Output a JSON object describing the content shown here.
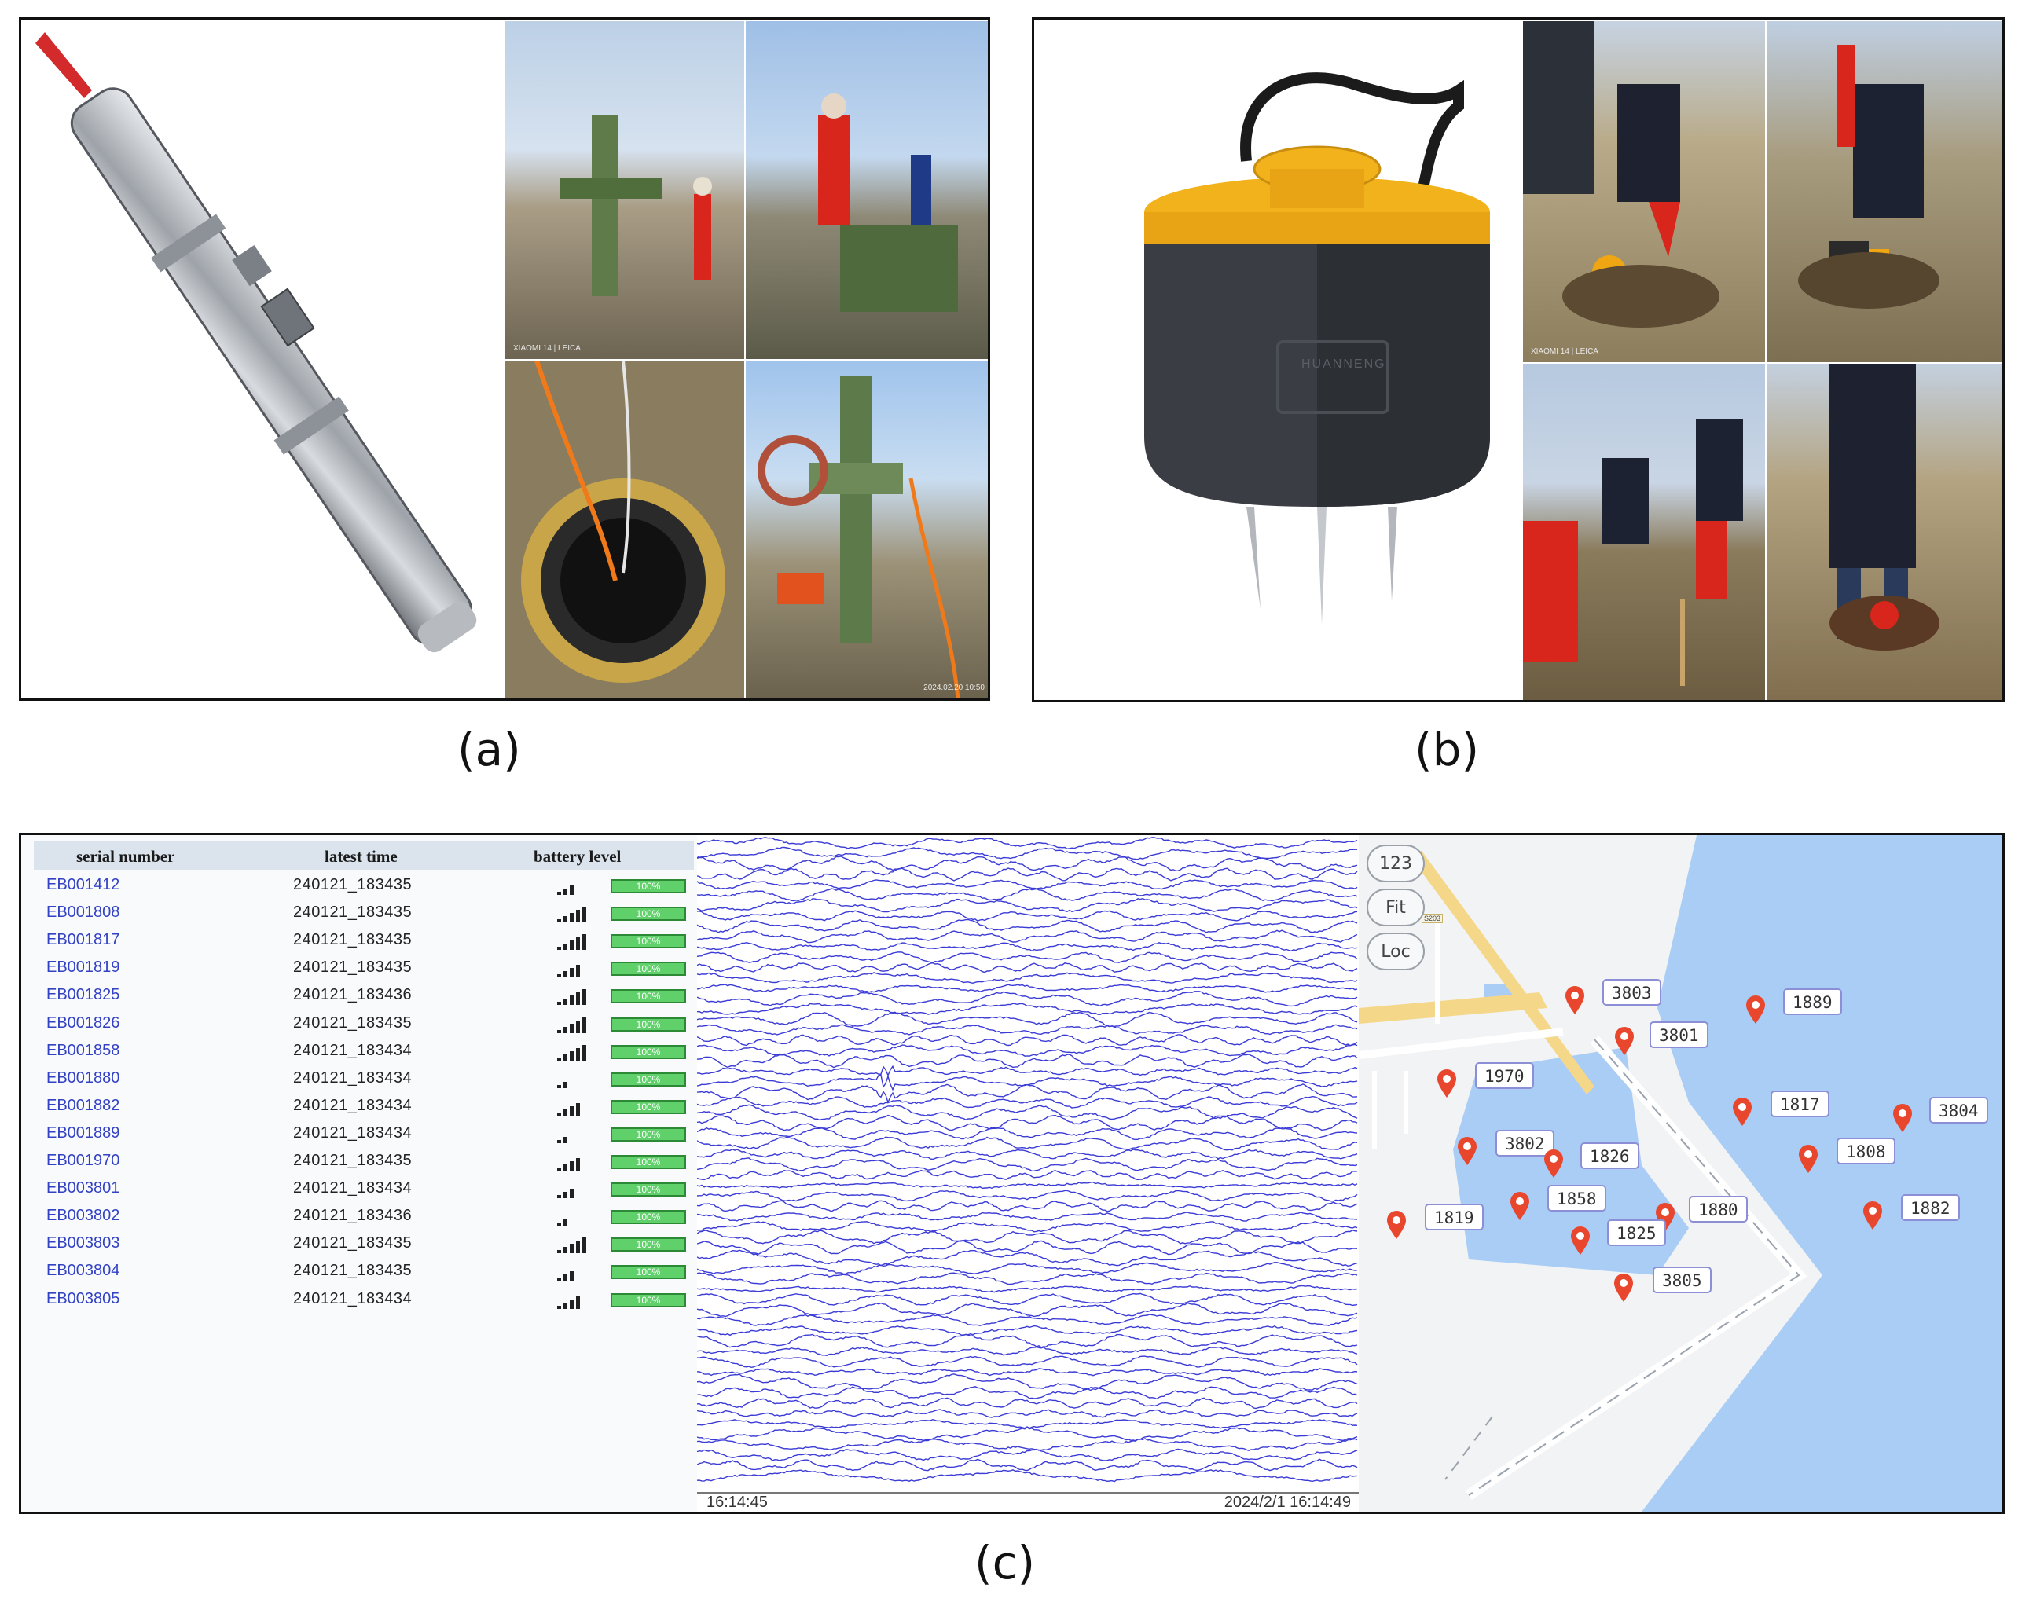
{
  "captions": {
    "a": "(a)",
    "b": "(b)",
    "c": "(c)"
  },
  "photo_watermarks": {
    "a_top_left": "XIAOMI 14 | LEICA",
    "a_bottom_right": "2024.02.20 10:50",
    "b_top_left": "XIAOMI 14 | LEICA"
  },
  "device_label": "HUANNENG",
  "table": {
    "headers": {
      "serial": "serial number",
      "time": "latest time",
      "battery": "battery level"
    },
    "rows": [
      {
        "serial": "EB001412",
        "time": "240121_183435",
        "signal": 3,
        "battery": "100%"
      },
      {
        "serial": "EB001808",
        "time": "240121_183435",
        "signal": 5,
        "battery": "100%"
      },
      {
        "serial": "EB001817",
        "time": "240121_183435",
        "signal": 5,
        "battery": "100%"
      },
      {
        "serial": "EB001819",
        "time": "240121_183435",
        "signal": 4,
        "battery": "100%"
      },
      {
        "serial": "EB001825",
        "time": "240121_183436",
        "signal": 5,
        "battery": "100%"
      },
      {
        "serial": "EB001826",
        "time": "240121_183435",
        "signal": 5,
        "battery": "100%"
      },
      {
        "serial": "EB001858",
        "time": "240121_183434",
        "signal": 5,
        "battery": "100%"
      },
      {
        "serial": "EB001880",
        "time": "240121_183434",
        "signal": 2,
        "battery": "100%"
      },
      {
        "serial": "EB001882",
        "time": "240121_183434",
        "signal": 4,
        "battery": "100%"
      },
      {
        "serial": "EB001889",
        "time": "240121_183434",
        "signal": 2,
        "battery": "100%"
      },
      {
        "serial": "EB001970",
        "time": "240121_183435",
        "signal": 4,
        "battery": "100%"
      },
      {
        "serial": "EB003801",
        "time": "240121_183434",
        "signal": 3,
        "battery": "100%"
      },
      {
        "serial": "EB003802",
        "time": "240121_183436",
        "signal": 2,
        "battery": "100%"
      },
      {
        "serial": "EB003803",
        "time": "240121_183435",
        "signal": 5,
        "battery": "100%"
      },
      {
        "serial": "EB003804",
        "time": "240121_183435",
        "signal": 3,
        "battery": "100%"
      },
      {
        "serial": "EB003805",
        "time": "240121_183434",
        "signal": 4,
        "battery": "100%"
      }
    ]
  },
  "waveform": {
    "start_time": "16:14:45",
    "end_time": "2024/2/1 16:14:49",
    "trace_color": "#3b3bd6"
  },
  "map": {
    "buttons": [
      "123",
      "Fit",
      "Loc"
    ],
    "road_sign": "S203",
    "markers": [
      "3803",
      "1889",
      "3801",
      "1970",
      "1817",
      "3804",
      "3802",
      "1826",
      "1808",
      "1858",
      "1880",
      "1882",
      "1819",
      "1825",
      "3805"
    ],
    "pin_color": "#e8472e",
    "water_color": "#a9cdf5"
  }
}
